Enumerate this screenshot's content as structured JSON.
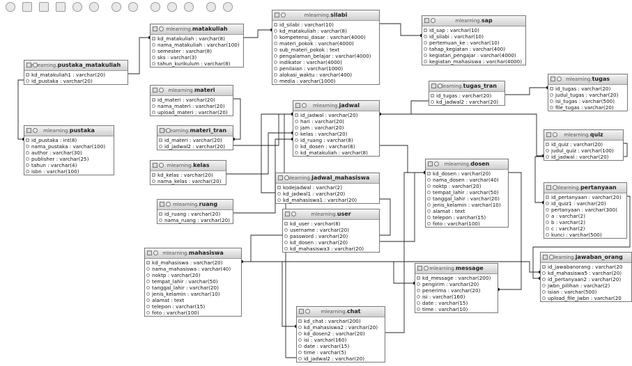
{
  "toolbar": {
    "icons": [
      "circle-icon",
      "save-icon",
      "page-icon",
      "music-icon",
      "back-icon",
      "help-icon",
      "help-icon",
      "grid-icon",
      "grid-icon",
      "zoom-icon",
      "zoom-icon",
      "gear-icon",
      "circle-icon"
    ]
  },
  "db": "mlearning",
  "tables": [
    {
      "key": "matakuliah",
      "db": "mlearning",
      "name": "matakuliah",
      "cols": [
        "kd_matakuliah : varchar(8)",
        "nama_matakuliah : varchar(100)",
        "semester : varchar(8)",
        "sks : varchar(3)",
        "tahun_kurikulum : varchar(8)"
      ]
    },
    {
      "key": "silabi",
      "db": "mlearning",
      "name": "silabi",
      "cols": [
        "id_silabi : varchar(10)",
        "kd_matakuliah : varchar(8)",
        "kompetensi_dasar : varchar(4000)",
        "materi_pokok : varchar(4000)",
        "sub_materi_pokok : text",
        "pengalaman_belajar : varchar(4000)",
        "indikator : varchar(4000)",
        "penilaian : varchar(1000)",
        "alokasi_waktu : varchar(400)",
        "media : varchar(1000)"
      ]
    },
    {
      "key": "sap",
      "db": "mlearning",
      "name": "sap",
      "cols": [
        "id_sap : varchar(10)",
        "id_silabi : varchar(10)",
        "pertemuan_ke : varchar(10)",
        "tahap_kegiatan : varchar(400)",
        "kegiatan_pengajar : varchar(4000)",
        "kegiatan_mahasiswa : varchar(4000)"
      ]
    },
    {
      "key": "pustaka_matakuliah",
      "db": "mlearning",
      "name": "pustaka_matakuliah",
      "cols": [
        "kd_matakuliah1 : varchar(20)",
        "id_pustaka : varchar(20)"
      ]
    },
    {
      "key": "tugas",
      "db": "mlearning",
      "name": "tugas",
      "cols": [
        "id_tugas : varchar(20)",
        "judul_tugas : varchar(20)",
        "isi_tugas : varchar(500)",
        "file_tugas : varchar(20)"
      ]
    },
    {
      "key": "tugas_tran",
      "db": "mlearning",
      "name": "tugas_tran",
      "cols": [
        "id_tugas : varchar(20)",
        "kd_jadwal2 : varchar(20)"
      ]
    },
    {
      "key": "materi",
      "db": "mlearning",
      "name": "materi",
      "cols": [
        "id_materi : varchar(20)",
        "nama_materi : varchar(20)",
        "upload_materi : varchar(20)"
      ]
    },
    {
      "key": "jadwal",
      "db": "mlearning",
      "name": "jadwal",
      "cols": [
        "id_jadwal : varchar(20)",
        "hari : varchar(20)",
        "jam : varchar(20)",
        "kelas : varchar(20)",
        "id_ruang : varchar(8)",
        "kd_dosen : varchar(8)",
        "kd_matakuliah : varchar(8)"
      ]
    },
    {
      "key": "materi_tran",
      "db": "mlearning",
      "name": "materi_tran",
      "cols": [
        "id_materi : varchar(20)",
        "id_jadwal2 : varchar(20)"
      ]
    },
    {
      "key": "pustaka",
      "db": "mlearning",
      "name": "pustaka",
      "cols": [
        "id_pustaka : int(8)",
        "nama_pustaka : varchar(100)",
        "author : varchar(30)",
        "publisher : varchar(25)",
        "tahun : varchar(4)",
        "isbn : varchar(100)"
      ]
    },
    {
      "key": "quiz",
      "db": "mlearning",
      "name": "quiz",
      "cols": [
        "id_quiz : varchar(20)",
        "judul_quiz : varchar(100)",
        "id_jadwal : varchar(20)"
      ]
    },
    {
      "key": "kelas",
      "db": "mlearning",
      "name": "kelas",
      "cols": [
        "kd_kelas : varchar(20)",
        "nama_kelas : varchar(20)"
      ]
    },
    {
      "key": "dosen",
      "db": "mlearning",
      "name": "dosen",
      "cols": [
        "kd_dosen : varchar(20)",
        "nama_dosen : varchar(40)",
        "noktp : varchar(20)",
        "tempat_lahir : varchar(50)",
        "tanggal_lahir : varchar(20)",
        "jenis_kelamin : varchar(10)",
        "alamat : text",
        "telepon : varchar(15)",
        "foto : varchar(100)"
      ]
    },
    {
      "key": "jadwal_mahasiswa",
      "db": "mlearning",
      "name": "jadwal_mahasiswa",
      "cols": [
        "kodejadwal : varchar(2)",
        "kd_jadwal1 : varchar(20)",
        "kd_mahasiswa1 : varchar(20)"
      ]
    },
    {
      "key": "pertanyaan",
      "db": "mlearning",
      "name": "pertanyaan",
      "cols": [
        "id_pertanyaan : varchar(20)",
        "id_quiz1 : varchar(20)",
        "pertanyaan : varchar(300)",
        "a : varchar(2)",
        "b : varchar(2)",
        "c : varchar(2)",
        "kunci : varchar(500)"
      ]
    },
    {
      "key": "ruang",
      "db": "mlearning",
      "name": "ruang",
      "cols": [
        "id_ruang : varchar(20)",
        "nama_ruang : varchar(20)"
      ]
    },
    {
      "key": "user",
      "db": "mlearning",
      "name": "user",
      "cols": [
        "kd_user : varchar(8)",
        "username : varchar(20)",
        "password : varchar(20)",
        "kd_dosen : varchar(20)",
        "kd_mahasiswa3 : varchar(20)"
      ]
    },
    {
      "key": "mahasiswa",
      "db": "mlearning",
      "name": "mahasiswa",
      "cols": [
        "kd_mahasiswa : varchar(20)",
        "nama_mahasiswa : varchar(40)",
        "noktp : varchar(20)",
        "tempat_lahir : varchar(50)",
        "tanggal_lahir : varchar(20)",
        "jenis_kelamin : varchar(10)",
        "alamat : text",
        "telepon : varchar(15)",
        "foto : varchar(100)"
      ]
    },
    {
      "key": "message",
      "db": "mlearning",
      "name": "message",
      "cols": [
        "kd_message : varchar(200)",
        "pengirim : varchar(20)",
        "penerima : varchar(20)",
        "isi : varchar(160)",
        "date : varchar(15)",
        "time : varchar(10)"
      ]
    },
    {
      "key": "jawaban_orang",
      "db": "mlearning",
      "name": "jawaban_orang",
      "cols": [
        "id_jawabanorang : varchar(20",
        "kd_mahasiswa5 : varchar(20)",
        "id_pertanyaan2 : varchar(20)",
        "jwbn_pilihan : varchar(2)",
        "isian : varchar(500)",
        "upload_file_jwbn : varchar(20"
      ]
    },
    {
      "key": "chat",
      "db": "mlearning",
      "name": "chat",
      "cols": [
        "kd_chat : varchar(200)",
        "kd_mahasiswa2 : varchar(20)",
        "kd_dosen2 : varchar(20)",
        "isi : varchar(160)",
        "date : varchar(15)",
        "time : varchar(5)",
        "id_jadwal2 : varchar(20)"
      ]
    }
  ]
}
